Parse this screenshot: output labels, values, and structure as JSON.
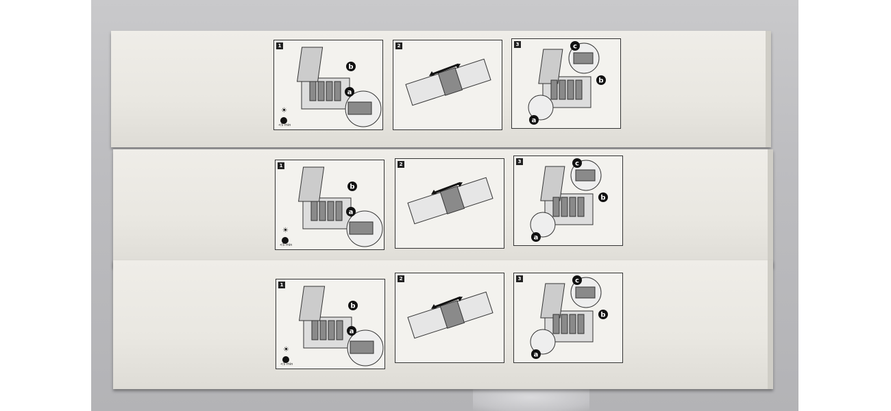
{
  "photo": {
    "subject": "toner-cartridge-boxes",
    "box_count": 3,
    "steps": [
      {
        "number": "1",
        "callouts": [
          "b",
          "a"
        ],
        "time_label": "<5 min"
      },
      {
        "number": "2",
        "callouts": []
      },
      {
        "number": "3",
        "callouts": [
          "c",
          "b",
          "a"
        ]
      }
    ]
  }
}
